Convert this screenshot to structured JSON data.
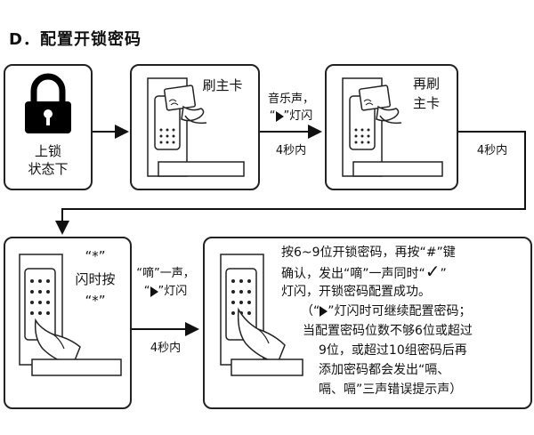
{
  "section_title": "D．配置开锁密码",
  "steps": {
    "step1": {
      "label_line1": "上锁",
      "label_line2": "状态下"
    },
    "step2": {
      "label": "刷主卡"
    },
    "step3": {
      "label_line1": "再刷",
      "label_line2": "主卡"
    },
    "step4": {
      "quote_top": "“*”",
      "label": "闪时按",
      "quote_bottom": "“*”"
    },
    "step5": {
      "line1": "按6~9位开锁密码，再按“#”键",
      "line2a": "确认，发出“嘀”一声同时“",
      "line2b": "”",
      "line3": "灯闪，开锁密码配置成功。",
      "line4a": "（“",
      "line4b": "”灯闪时可继续配置密码；",
      "line5": "当配置密码位数不够6位或超过",
      "line6": "9位，或超过10组密码后再",
      "line7": "添加密码都会发出“嗝、",
      "line8": "嗝、嗝”三声错误提示声）"
    }
  },
  "arrows": {
    "a2_line1": "音乐声，",
    "a2_line2a": "“",
    "a2_line2b": "”灯闪",
    "a2_time": "4秒内",
    "a3_time": "4秒内",
    "a4_line1": "“嘀”一声，",
    "a4_line2a": "“",
    "a4_line2b": "”灯闪",
    "a4_time": "4秒内"
  }
}
